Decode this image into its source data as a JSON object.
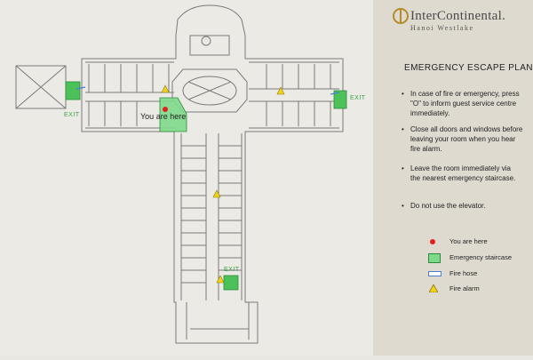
{
  "brand": {
    "name": "InterContinental.",
    "location": "Hanoi Westlake"
  },
  "plan": {
    "title": "EMERGENCY ESCAPE PLAN",
    "you_are_here_label": "You are here",
    "exit_left": "EXIT",
    "exit_right": "EXIT",
    "exit_bottom": "EXIT"
  },
  "instructions": [
    "In case of fire or emergency, press \"O\" to inform guest service centre immediately.",
    "Close all doors and windows before leaving your room when you hear fire alarm.",
    "Leave the room immediately via the nearest emergency staircase.",
    "Do not use the elevator."
  ],
  "legend": [
    {
      "label": "You are here",
      "icon": "red-dot-icon"
    },
    {
      "label": "Emergency staircase",
      "icon": "green-stair-icon"
    },
    {
      "label": "Fire hose",
      "icon": "fire-hose-icon"
    },
    {
      "label": "Fire alarm",
      "icon": "yellow-triangle-icon"
    }
  ],
  "colors": {
    "staircase_green": "#4cc15a",
    "you_are_here_red": "#e02020",
    "fire_alarm_yellow": "#f2d21b",
    "fire_hose_blue": "#4a7fd0",
    "line": "#7a7a7a"
  }
}
